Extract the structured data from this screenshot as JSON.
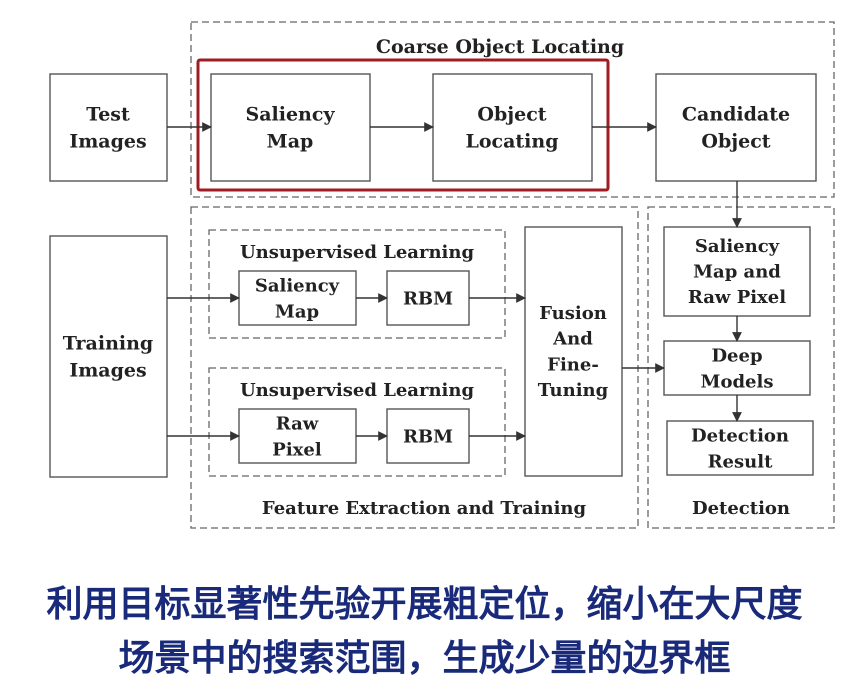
{
  "regions": {
    "coarse": "Coarse Object Locating",
    "feature": "Feature Extraction and Training",
    "detection": "Detection",
    "unsup_top": "Unsupervised Learning",
    "unsup_bottom": "Unsupervised Learning"
  },
  "boxes": {
    "test_images": [
      "Test",
      "Images"
    ],
    "saliency_map_top": [
      "Saliency",
      "Map"
    ],
    "object_locating": [
      "Object",
      "Locating"
    ],
    "candidate_object": [
      "Candidate",
      "Object"
    ],
    "training_images": [
      "Training",
      "Images"
    ],
    "saliency_map_unsup": [
      "Saliency",
      "Map"
    ],
    "rbm_top": [
      "RBM"
    ],
    "raw_pixel": [
      "Raw",
      "Pixel"
    ],
    "rbm_bottom": [
      "RBM"
    ],
    "fusion": [
      "Fusion",
      "And",
      "Fine-",
      "Tuning"
    ],
    "saliency_raw": [
      "Saliency",
      "Map and",
      "Raw Pixel"
    ],
    "deep_models": [
      "Deep",
      "Models"
    ],
    "detection_result": [
      "Detection",
      "Result"
    ]
  },
  "colors": {
    "highlight": "#a01c24",
    "stroke": "#555555",
    "caption": "#1a2a7a"
  },
  "caption": {
    "line1": "利用目标显著性先验开展粗定位，缩小在大尺度",
    "line2": "场景中的搜索范围，生成少量的边界框"
  }
}
